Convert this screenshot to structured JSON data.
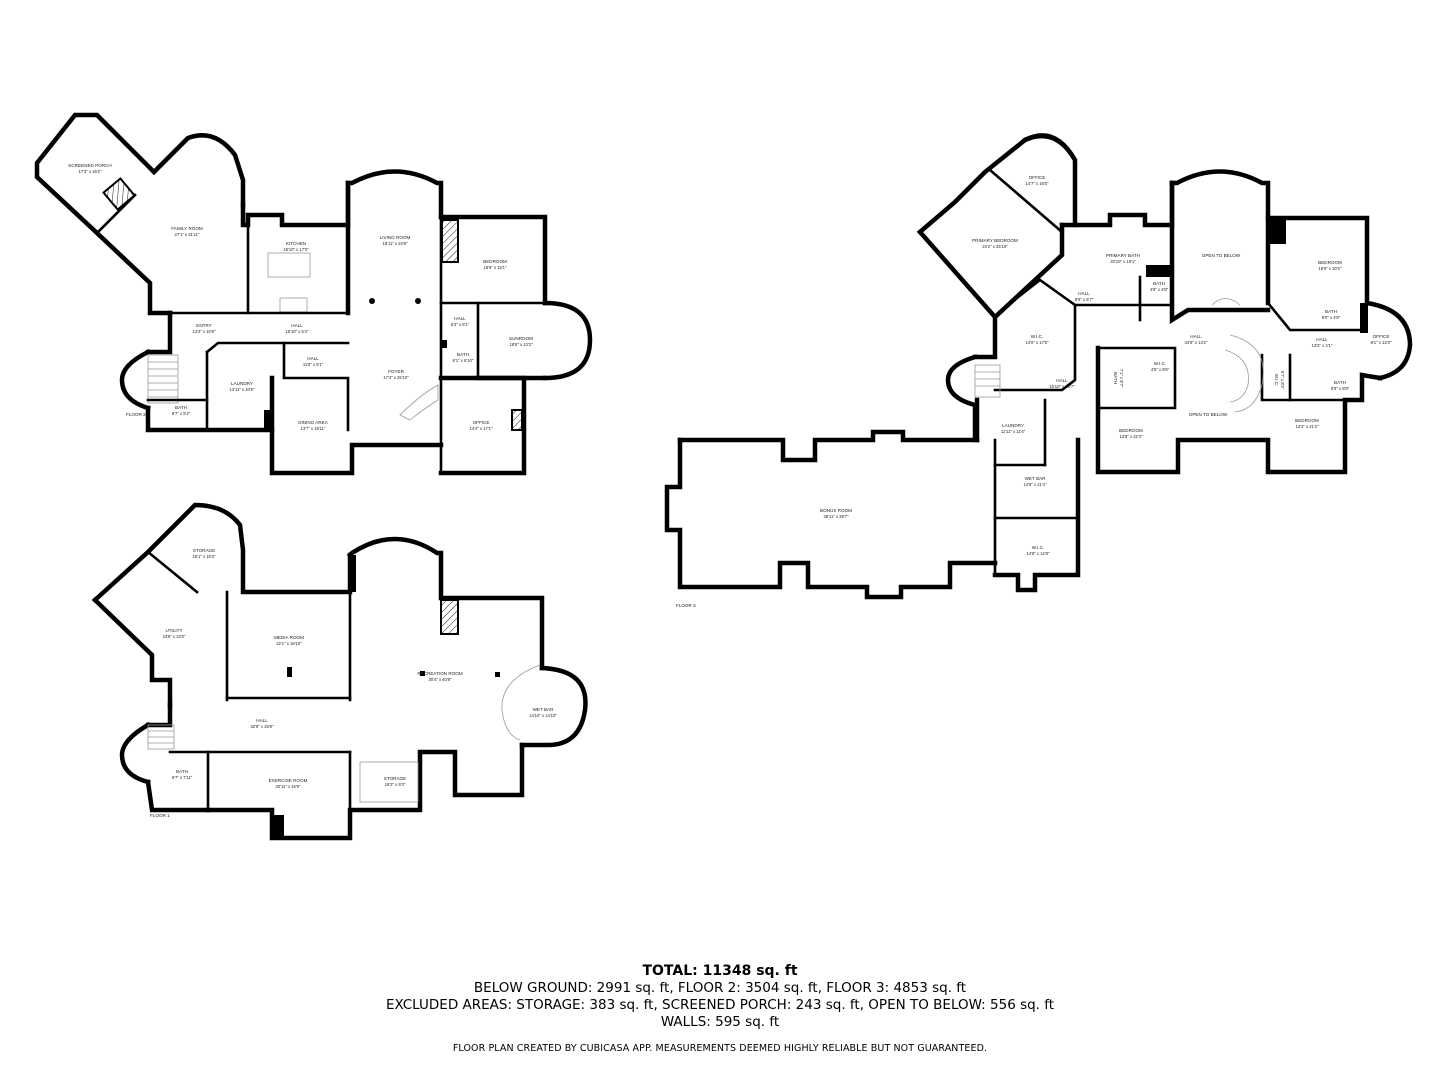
{
  "floors": [
    {
      "label": "FLOOR 2",
      "rooms": [
        {
          "name": "SCREENED PORCH",
          "dims": "17'3\" x 15'2\""
        },
        {
          "name": "FAMILY ROOM",
          "dims": "27'1\" x 31'11\""
        },
        {
          "name": "KITCHEN",
          "dims": "18'10\" x 17'0\""
        },
        {
          "name": "LIVING ROOM",
          "dims": "18'11\" x 24'8\""
        },
        {
          "name": "BEDROOM",
          "dims": "18'6\" x 15'1\""
        },
        {
          "name": "ENTRY",
          "dims": "13'4\" x 10'8\""
        },
        {
          "name": "HALL",
          "dims": "18'10\" x 5'4\""
        },
        {
          "name": "HALL",
          "dims": "11'8\" x 8'1\""
        },
        {
          "name": "HALL",
          "dims": "5'3\" x 6'1\""
        },
        {
          "name": "SUNROOM",
          "dims": "18'8\" x 13'3\""
        },
        {
          "name": "BATH",
          "dims": "6'1\" x 6'10\""
        },
        {
          "name": "LAUNDRY",
          "dims": "13'11\" x 10'6\""
        },
        {
          "name": "FOYER",
          "dims": "17'4\" x 25'10\""
        },
        {
          "name": "BATH",
          "dims": "8'7\" x 5'2\""
        },
        {
          "name": "DINING AREA",
          "dims": "13'7\" x 18'11\""
        },
        {
          "name": "OFFICE",
          "dims": "14'4\" x 17'1\""
        }
      ]
    },
    {
      "label": "FLOOR 1",
      "rooms": [
        {
          "name": "STORAGE",
          "dims": "18'1\" x 16'3\""
        },
        {
          "name": "UTILITY",
          "dims": "23'8\" x 23'0\""
        },
        {
          "name": "MEDIA ROOM",
          "dims": "22'1\" x 18'10\""
        },
        {
          "name": "RECREATION ROOM",
          "dims": "30'4\" x 40'8\""
        },
        {
          "name": "WET BAR",
          "dims": "14'10\" x 14'10\""
        },
        {
          "name": "HALL",
          "dims": "32'8\" x 28'8\""
        },
        {
          "name": "BATH",
          "dims": "9'7\" x 7'11\""
        },
        {
          "name": "EXERCISE ROOM",
          "dims": "20'11\" x 15'9\""
        },
        {
          "name": "STORAGE",
          "dims": "18'3\" x 9'3\""
        }
      ]
    },
    {
      "label": "FLOOR 3",
      "rooms": [
        {
          "name": "OFFICE",
          "dims": "14'7\" x 16'5\""
        },
        {
          "name": "PRIMARY BEDROOM",
          "dims": "24'2\" x 25'10\""
        },
        {
          "name": "PRIMARY BATH",
          "dims": "20'10\" x 19'1\""
        },
        {
          "name": "BATH",
          "dims": "4'8\" x 4'8\""
        },
        {
          "name": "HALL",
          "dims": "8'9\" x 6'7\""
        },
        {
          "name": "OPEN TO BELOW",
          "dims": ""
        },
        {
          "name": "BEDROOM",
          "dims": "18'6\" x 20'2\""
        },
        {
          "name": "BATH",
          "dims": "8'0\" x 4'8\""
        },
        {
          "name": "HALL",
          "dims": "13'6\" x 4'1\""
        },
        {
          "name": "OFFICE",
          "dims": "8'1\" x 13'3\""
        },
        {
          "name": "W.I.C.",
          "dims": "14'0\" x 17'5\""
        },
        {
          "name": "HALL",
          "dims": "34'6\" x 13'2\""
        },
        {
          "name": "HALL",
          "dims": "16'10\" x 13'7\""
        },
        {
          "name": "BATH",
          "dims": "7'1\" x 8'7\""
        },
        {
          "name": "W.I.C.",
          "dims": "4'5\" x 8'6\""
        },
        {
          "name": "OPEN TO BELOW",
          "dims": ""
        },
        {
          "name": "W.I.C.",
          "dims": "5'7\" x 8'4\""
        },
        {
          "name": "BATH",
          "dims": "8'8\" x 8'8\""
        },
        {
          "name": "BEDROOM",
          "dims": "13'8\" x 22'3\""
        },
        {
          "name": "BEDROOM",
          "dims": "14'3\" x 21'2\""
        },
        {
          "name": "LAUNDRY",
          "dims": "11'11\" x 11'4\""
        },
        {
          "name": "WET BAR",
          "dims": "14'8\" x 21'4\""
        },
        {
          "name": "W.I.C.",
          "dims": "14'8\" x 12'8\""
        },
        {
          "name": "BONUS ROOM",
          "dims": "38'11\" x 29'7\""
        }
      ]
    }
  ],
  "summary": {
    "total": "TOTAL: 11348 sq. ft",
    "floors_line": "BELOW GROUND: 2991 sq. ft, FLOOR 2: 3504 sq. ft, FLOOR 3: 4853 sq. ft",
    "excluded_line": "EXCLUDED AREAS: STORAGE: 383 sq. ft, SCREENED PORCH: 243 sq. ft, OPEN TO BELOW: 556 sq. ft",
    "walls_line": "WALLS: 595 sq. ft",
    "disclaimer": "FLOOR PLAN CREATED BY CUBICASA APP. MEASUREMENTS DEEMED HIGHLY RELIABLE BUT NOT GUARANTEED."
  }
}
